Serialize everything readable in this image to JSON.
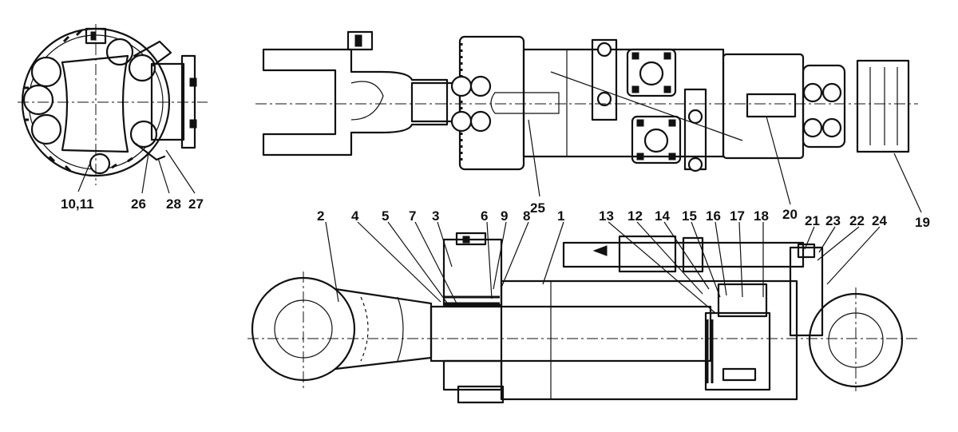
{
  "callouts": {
    "c1": "1",
    "c2": "2",
    "c3": "3",
    "c4": "4",
    "c5": "5",
    "c6": "6",
    "c7": "7",
    "c8": "8",
    "c9": "9",
    "c10_11": "10,11",
    "c12": "12",
    "c13": "13",
    "c14": "14",
    "c15": "15",
    "c16": "16",
    "c17": "17",
    "c18": "18",
    "c19": "19",
    "c20": "20",
    "c21": "21",
    "c22": "22",
    "c23": "23",
    "c24": "24",
    "c25": "25",
    "c26": "26",
    "c27": "27",
    "c28": "28"
  },
  "colors": {
    "ink": "#111111",
    "paper": "#ffffff"
  }
}
